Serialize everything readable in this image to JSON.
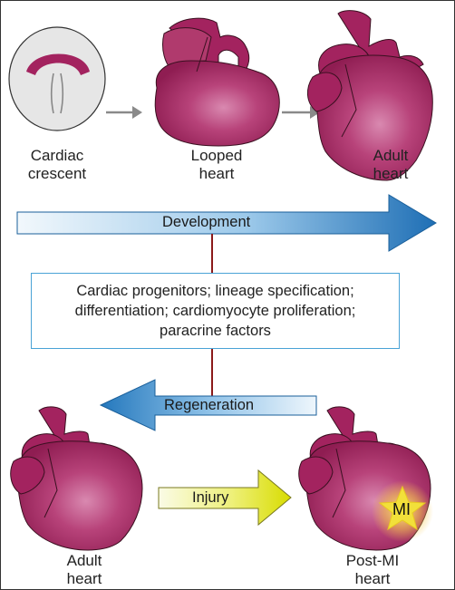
{
  "stages_top": {
    "cardiac_crescent": [
      "Cardiac",
      "crescent"
    ],
    "looped_heart": [
      "Looped",
      "heart"
    ],
    "adult_heart": [
      "Adult",
      "heart"
    ]
  },
  "arrows": {
    "development": "Development",
    "regeneration": "Regeneration",
    "injury": "Injury"
  },
  "center_box": {
    "lines": [
      "Cardiac progenitors; lineage specification;",
      "differentiation; cardiomyocyte proliferation;",
      "paracrine factors"
    ]
  },
  "stages_bottom": {
    "adult_heart": [
      "Adult",
      "heart"
    ],
    "post_mi_heart": [
      "Post-MI",
      "heart"
    ],
    "mi_label": "MI"
  },
  "colors": {
    "heart": "#a3235f",
    "heart_highlight": "#c85a8c",
    "crescent": "#a3235f",
    "arrow_blue_dark": "#1f6fb5",
    "arrow_blue_light": "#eaf4fb",
    "arrow_yellow": "#e2e600",
    "gray_arrow": "#8a8a8a",
    "connector": "#8b1a1a",
    "box_border": "#4aa3d6",
    "mi_star": "#f2e03a"
  }
}
